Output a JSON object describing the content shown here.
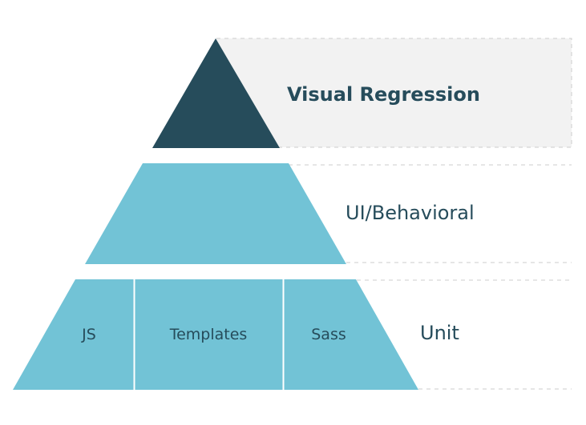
{
  "colors": {
    "dark": "#264c5b",
    "light": "#72c3d6",
    "highlight_band": "#f2f2f2",
    "dashed_line": "#cccccc",
    "divider": "#ffffff"
  },
  "tiers": {
    "top": {
      "label": "Visual Regression"
    },
    "middle": {
      "label": "UI/Behavioral"
    },
    "bottom": {
      "label": "Unit",
      "segments": [
        "JS",
        "Templates",
        "Sass"
      ]
    }
  }
}
